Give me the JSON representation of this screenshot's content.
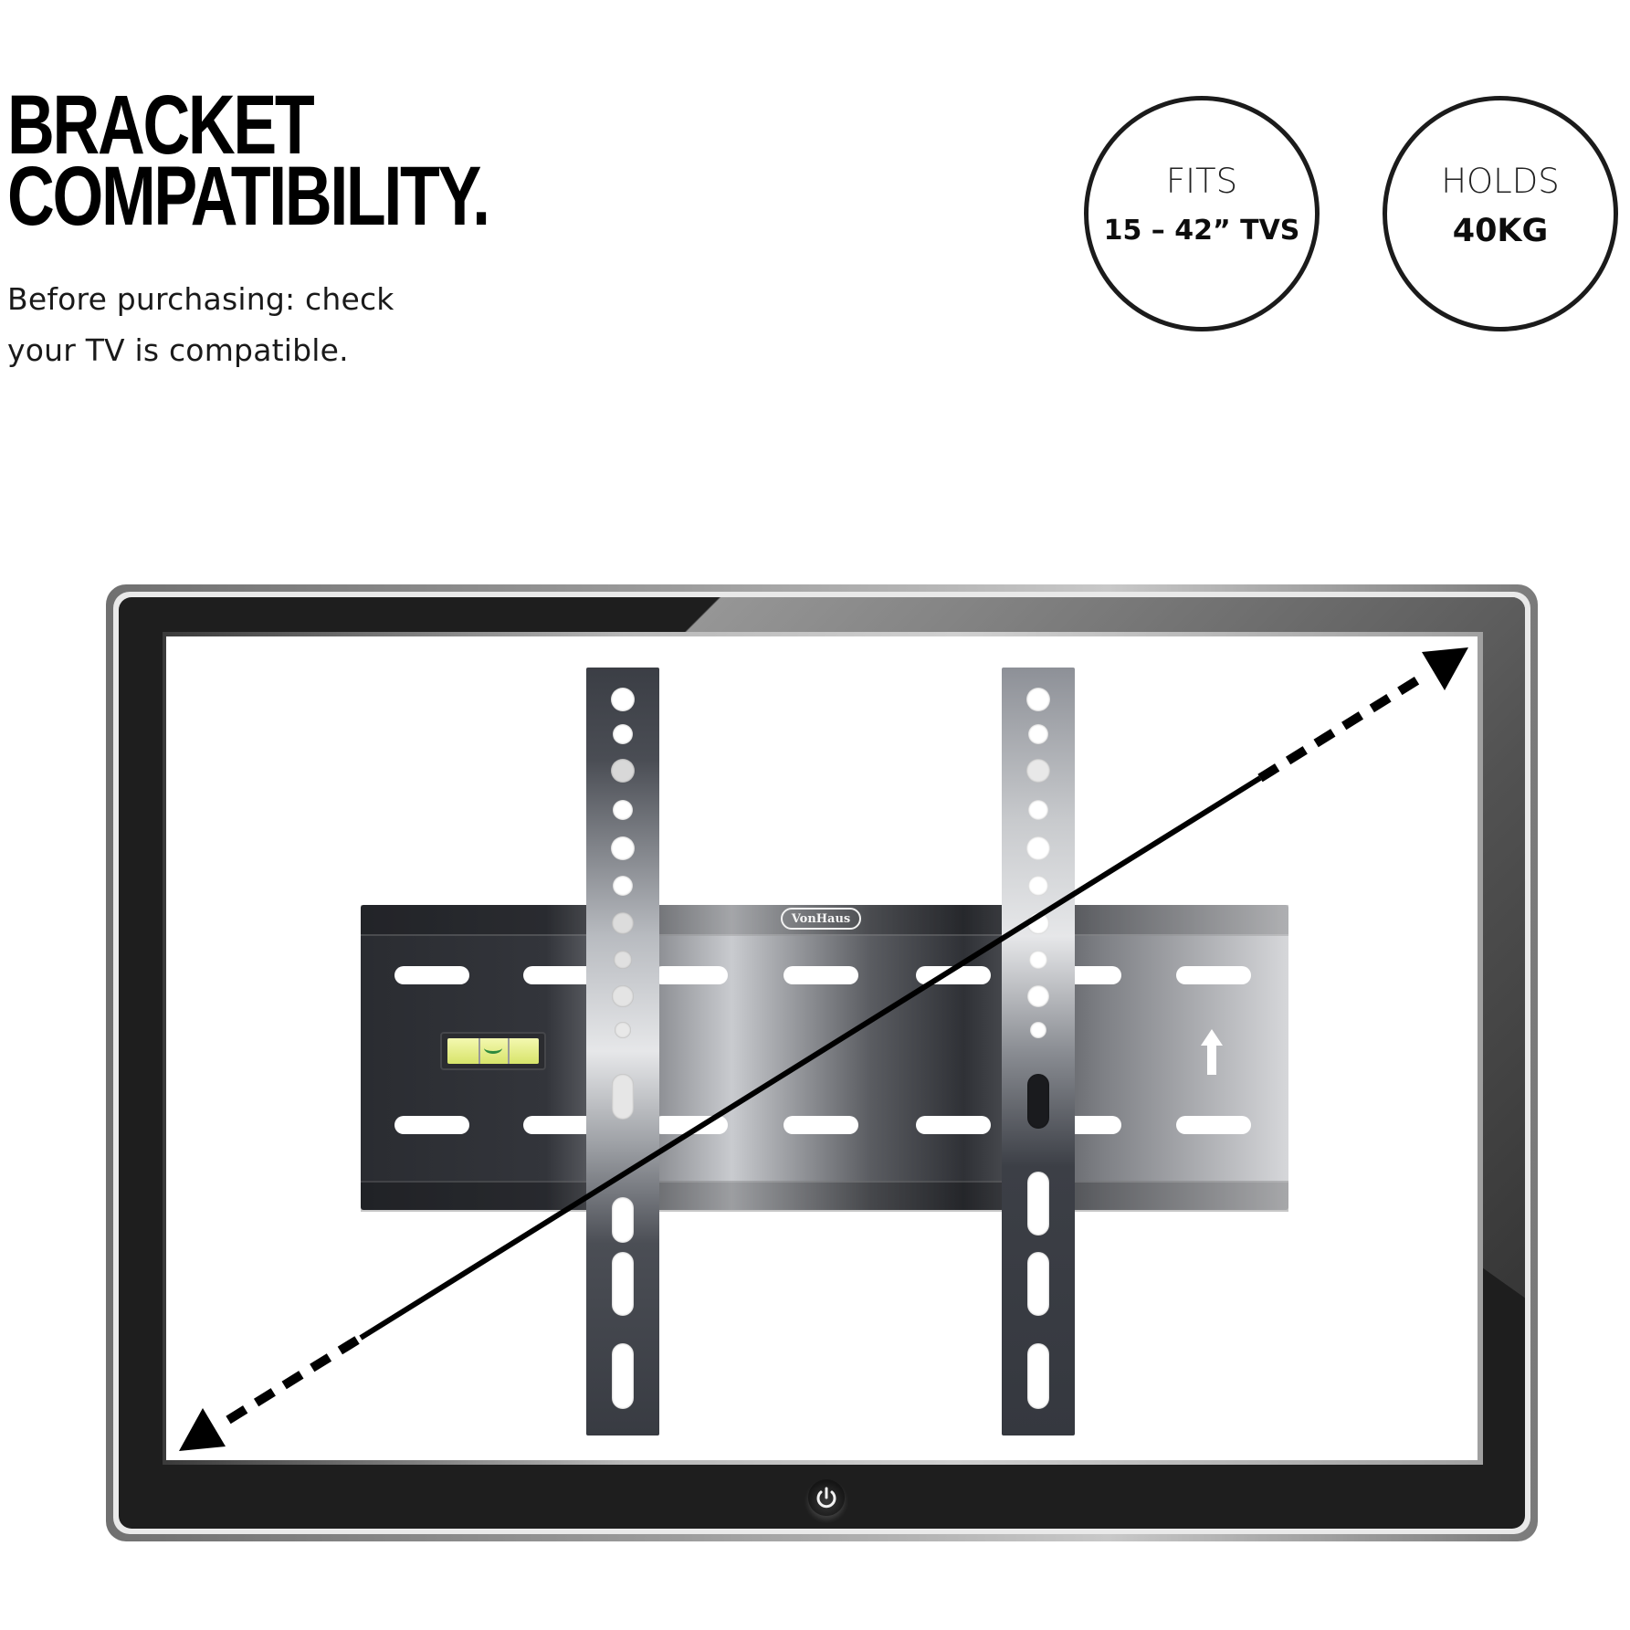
{
  "header": {
    "title_line1": "BRACKET",
    "title_line2": "COMPATIBILITY.",
    "subtitle_line1": "Before purchasing: check",
    "subtitle_line2": "your TV is compatible."
  },
  "specs": [
    {
      "label": "FITS",
      "value": "15 – 42” TVS"
    },
    {
      "label": "HOLDS",
      "value": "40KG"
    }
  ],
  "illustration": {
    "brand_label": "VonHaus",
    "icons": [
      "spirit-level-icon",
      "up-arrow-icon",
      "diagonal-double-arrow-icon",
      "power-icon"
    ],
    "colors": {
      "text": "#000000",
      "circle_border": "#1b1b1b",
      "tv_bezel": "#1e1e1e",
      "bracket": "#33353b",
      "level_vial": "#d7e46a"
    }
  }
}
